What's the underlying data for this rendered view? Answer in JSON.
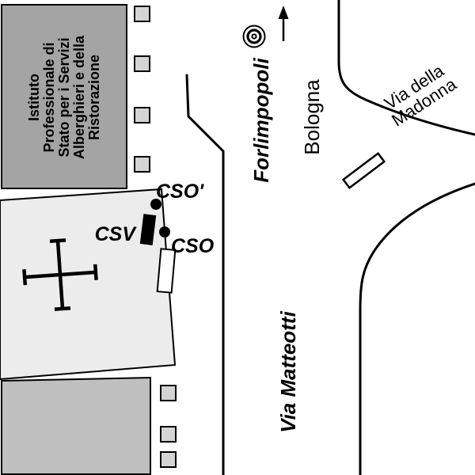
{
  "institute": {
    "name_lines": [
      "Istituto",
      "Professionale di",
      "Stato per i Servizi",
      "Alberghieri e della",
      "Ristorazione"
    ]
  },
  "markers": {
    "cso_prime": "CSO'",
    "csv": "CSV",
    "cso": "CSO"
  },
  "streets": {
    "forlimpopoli": "Forlimpopoli",
    "bologna": "Bologna",
    "madonna_line1": "Via della",
    "madonna_line2": "Madonna",
    "matteotti": "Via Matteotti"
  },
  "colors": {
    "background": "#ffffff",
    "ink": "#000000",
    "institute_fill": "#a4a4a4",
    "church_fill": "#ececec",
    "lower_building_fill": "#bfbfbf",
    "block_fill": "#d4d4d4"
  }
}
